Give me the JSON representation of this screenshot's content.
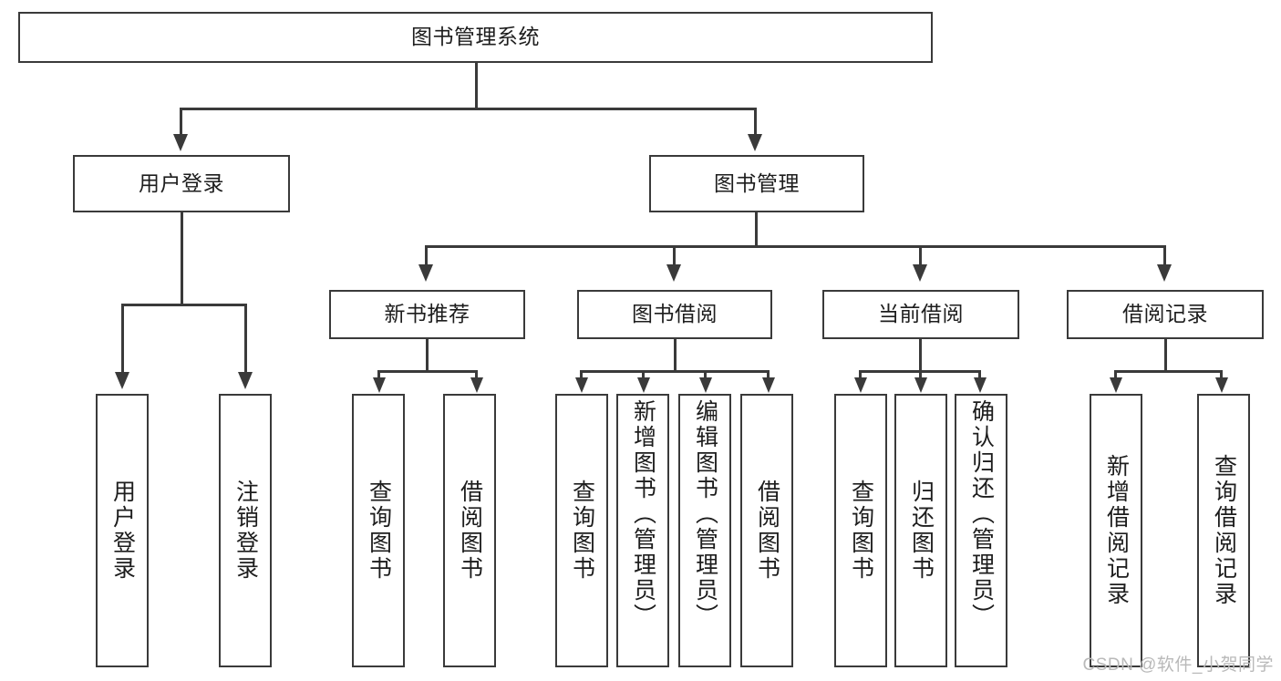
{
  "diagram": {
    "title": "图书管理系统",
    "type": "hierarchy-tree",
    "watermark": "CSDN @软件_小贺同学",
    "colors": {
      "box_border": "#3a3a3a",
      "box_fill": "#ffffff",
      "connector": "#3a3a3a",
      "text": "#1d1d1d",
      "watermark": "#b9b9b9"
    },
    "levels": {
      "root": {
        "label": "图书管理系统"
      },
      "level2": [
        {
          "id": "user-login",
          "label": "用户登录"
        },
        {
          "id": "book-management",
          "label": "图书管理"
        }
      ],
      "level3": [
        {
          "id": "new-book-recommend",
          "label": "新书推荐",
          "parent": "book-management"
        },
        {
          "id": "book-borrow",
          "label": "图书借阅",
          "parent": "book-management"
        },
        {
          "id": "current-borrow",
          "label": "当前借阅",
          "parent": "book-management"
        },
        {
          "id": "borrow-record",
          "label": "借阅记录",
          "parent": "book-management"
        }
      ],
      "leaves": {
        "user-login": [
          {
            "id": "leaf-user-login",
            "label": "用户登录"
          },
          {
            "id": "leaf-logout-login",
            "label": "注销登录"
          }
        ],
        "new-book-recommend": [
          {
            "id": "leaf-query-book-1",
            "label": "查询图书"
          },
          {
            "id": "leaf-borrow-book-1",
            "label": "借阅图书"
          }
        ],
        "book-borrow": [
          {
            "id": "leaf-query-book-2",
            "label": "查询图书"
          },
          {
            "id": "leaf-add-book",
            "label": "新增图书（管理员）"
          },
          {
            "id": "leaf-edit-book",
            "label": "编辑图书（管理员）"
          },
          {
            "id": "leaf-borrow-book-2",
            "label": "借阅图书"
          }
        ],
        "current-borrow": [
          {
            "id": "leaf-query-book-3",
            "label": "查询图书"
          },
          {
            "id": "leaf-return-book",
            "label": "归还图书"
          },
          {
            "id": "leaf-confirm-return",
            "label": "确认归还（管理员）"
          }
        ],
        "borrow-record": [
          {
            "id": "leaf-add-record",
            "label": "新增借阅记录"
          },
          {
            "id": "leaf-query-record",
            "label": "查询借阅记录"
          }
        ]
      }
    }
  }
}
